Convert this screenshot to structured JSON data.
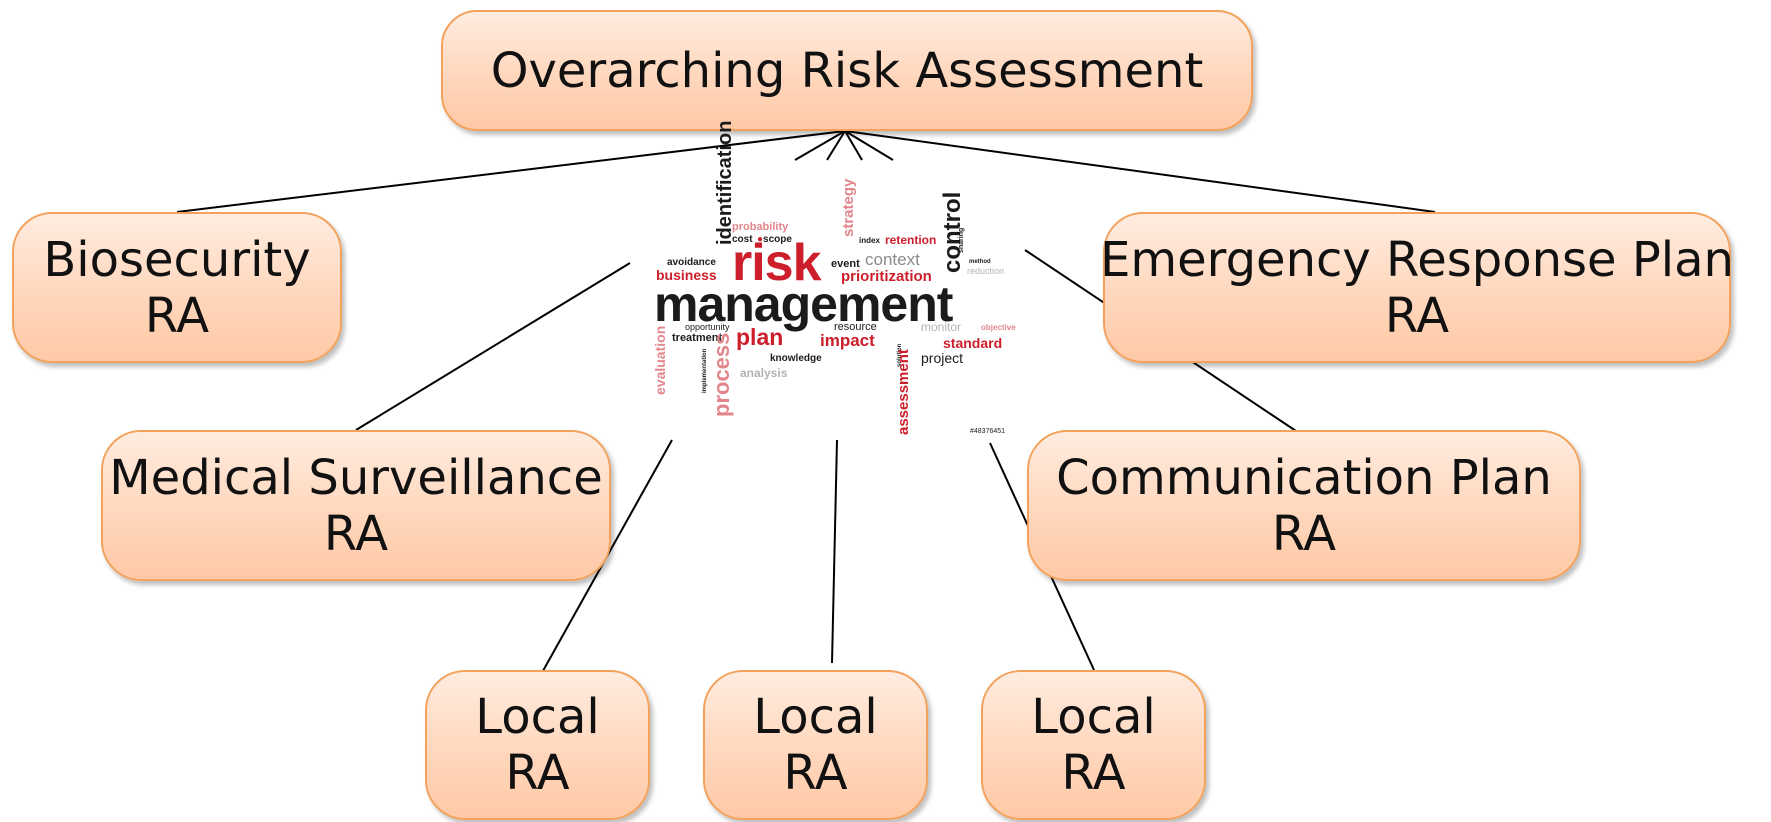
{
  "nodes": {
    "root": {
      "line1": "Overarching Risk Assessment"
    },
    "biosecurity": {
      "line1": "Biosecurity",
      "line2": "RA"
    },
    "emergency": {
      "line1": "Emergency Response Plan",
      "line2": "RA"
    },
    "medical": {
      "line1": "Medical Surveillance",
      "line2": "RA"
    },
    "communication": {
      "line1": "Communication Plan",
      "line2": "RA"
    },
    "local1": {
      "line1": "Local",
      "line2": "RA"
    },
    "local2": {
      "line1": "Local",
      "line2": "RA"
    },
    "local3": {
      "line1": "Local",
      "line2": "RA"
    }
  },
  "wordcloud": {
    "words": {
      "risk": "risk",
      "management": "management",
      "identification": "identification",
      "probability": "probability",
      "strategy": "strategy",
      "control": "control",
      "cost": "cost",
      "scope": "scope",
      "index": "index",
      "retention": "retention",
      "avoidance": "avoidance",
      "business": "business",
      "event": "event",
      "context": "context",
      "prioritization": "prioritization",
      "sharing": "sharing",
      "method": "method",
      "reduction": "reduction",
      "evaluation": "evaluation",
      "opportunity": "opportunity",
      "treatment": "treatment",
      "plan": "plan",
      "impact": "impact",
      "resource": "resource",
      "monitor": "monitor",
      "objective": "objective",
      "standard": "standard",
      "knowledge": "knowledge",
      "solution": "solution",
      "project": "project",
      "analysis": "analysis",
      "implementation": "implementation",
      "process": "process",
      "assessment": "assessment",
      "stock_id": "#48376451"
    }
  },
  "colors": {
    "node_border": "#f2a25c",
    "node_fill_top": "#ffece0",
    "node_fill_bottom": "#ffc9a6",
    "connector": "#000000",
    "cloud_red": "#cc1e2b"
  }
}
